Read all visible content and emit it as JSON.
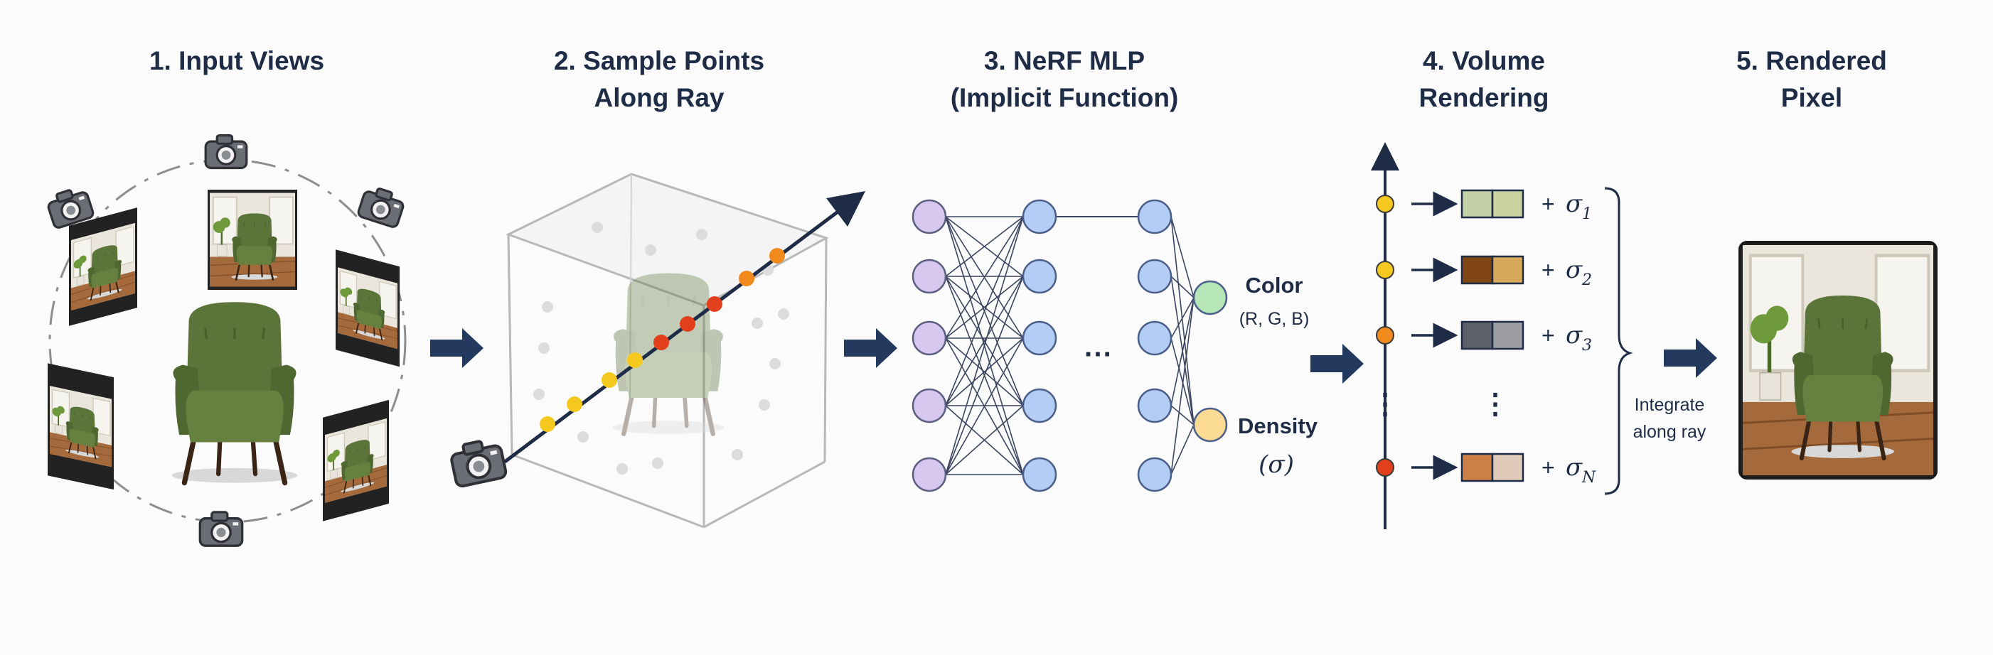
{
  "steps": [
    {
      "title_line1": "1. Input Views",
      "title_line2": ""
    },
    {
      "title_line1": "2. Sample Points",
      "title_line2": "Along Ray"
    },
    {
      "title_line1": "3. NeRF MLP",
      "title_line2": "(Implicit Function)"
    },
    {
      "title_line1": "4. Volume",
      "title_line2": "Rendering"
    },
    {
      "title_line1": "5. Rendered",
      "title_line2": "Pixel"
    }
  ],
  "mlp": {
    "ellipsis": "···",
    "color_label": "Color",
    "color_sub": "(R, G, B)",
    "density_label": "Density",
    "density_sub": "(σ)"
  },
  "volume": {
    "plus": "+",
    "sigma": "σ",
    "subscripts": [
      "1",
      "2",
      "3",
      "N"
    ],
    "integrate_line1": "Integrate",
    "integrate_line2": "along ray",
    "vdots": "⋮"
  },
  "colors": {
    "accent": "#233a5e",
    "sample_yellow": "#f5c81f",
    "sample_orange": "#f08a1c",
    "sample_red": "#e2401c",
    "input_node": "#d8c8f0",
    "hidden_node": "#b4cdf5",
    "color_node": "#b6e6b8",
    "density_node": "#fbdb94",
    "chair_green": "#566f36",
    "swatch_pairs": [
      [
        "#c3cfa6",
        "#c7d2a0"
      ],
      [
        "#7f4614",
        "#d8a95b"
      ],
      [
        "#5e6169",
        "#9c9da3"
      ],
      [
        "#cc8048",
        "#e0cbbb"
      ]
    ]
  },
  "icons": [
    "camera-icon",
    "arrow-right-icon",
    "chair-image",
    "room-photo-image"
  ]
}
